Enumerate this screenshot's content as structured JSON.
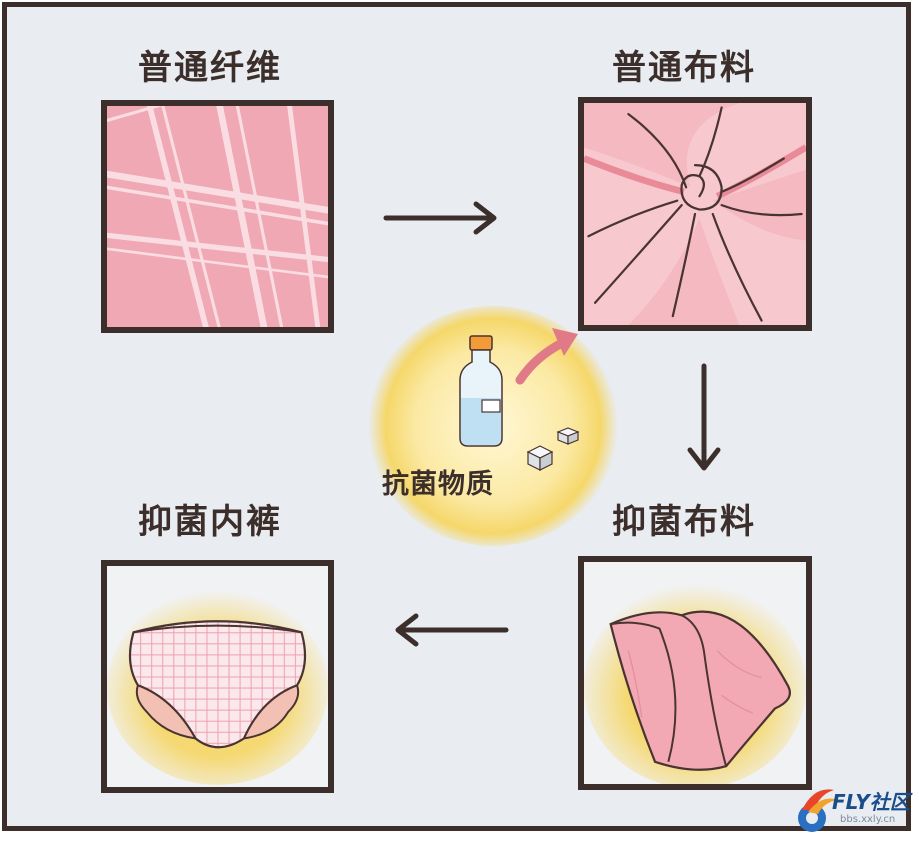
{
  "steps": [
    {
      "label": "普通纤维"
    },
    {
      "label": "普通布料"
    },
    {
      "label": "抑菌布料"
    },
    {
      "label": "抑菌内裤"
    }
  ],
  "center": {
    "label": "抗菌物质"
  },
  "watermark": {
    "brand": "FLY社区",
    "url": "bbs.xxly.cn"
  },
  "colors": {
    "border": "#3b2e2b",
    "background": "#e9ecf0",
    "fabric_pink": "#f2b8c0",
    "glow": "#f5d76a",
    "accent_arrow": "#e07a86"
  }
}
